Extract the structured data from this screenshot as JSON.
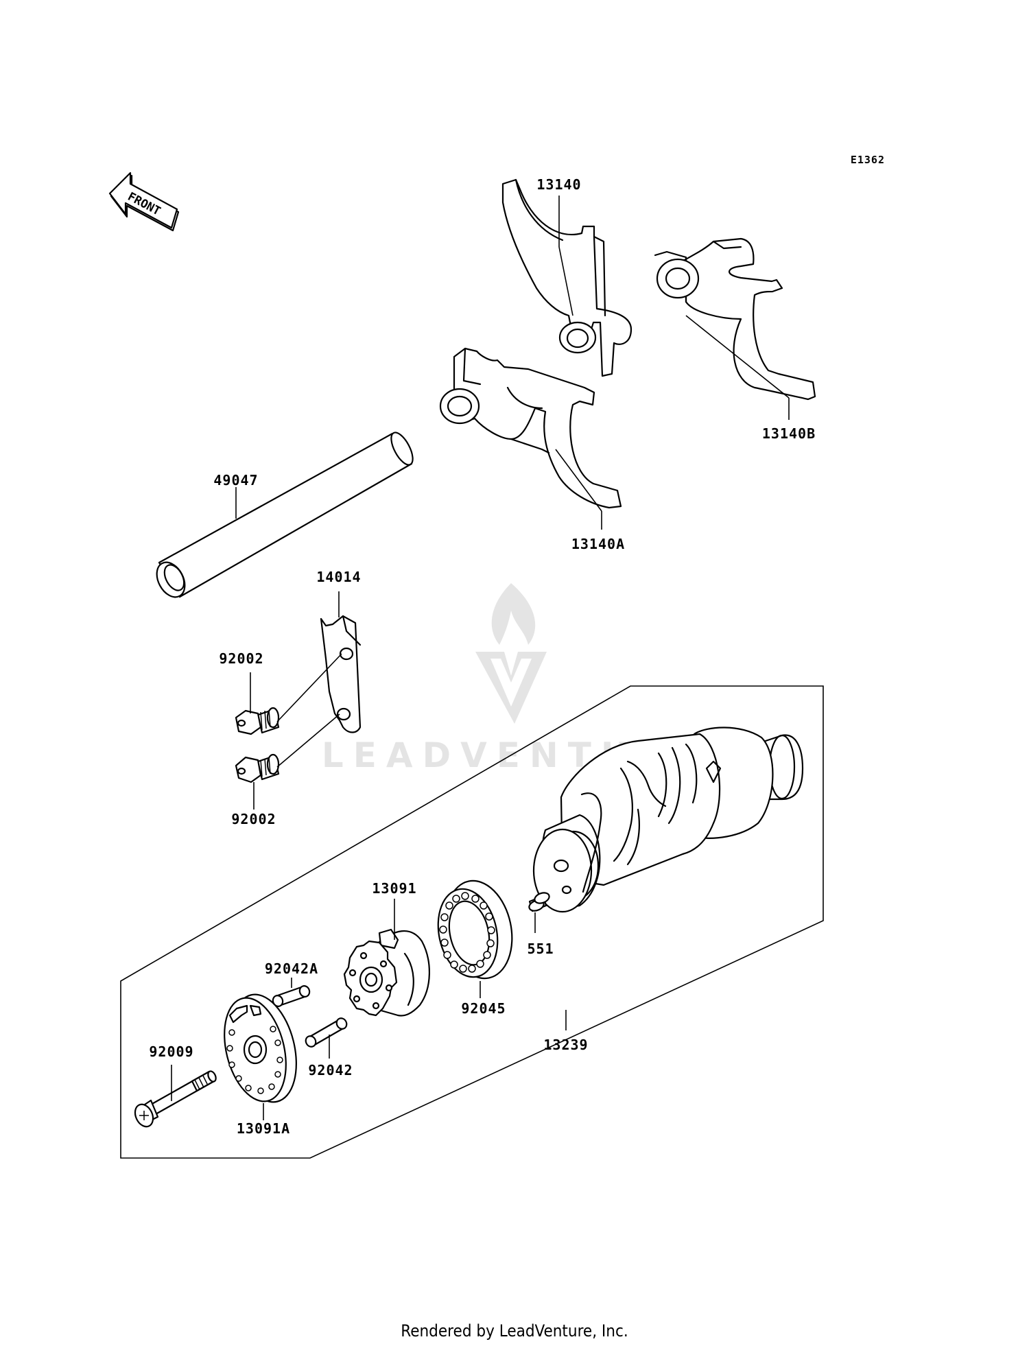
{
  "diagram_code": "E1362",
  "front_label": "FRONT",
  "watermark": "LEADVENTURE",
  "footer": "Rendered by LeadVenture, Inc.",
  "parts": {
    "p13140": "13140",
    "p13140A": "13140A",
    "p13140B": "13140B",
    "p49047": "49047",
    "p14014": "14014",
    "p92002_top": "92002",
    "p92002_bottom": "92002",
    "p13091": "13091",
    "p92042A": "92042A",
    "p92042": "92042",
    "p92045": "92045",
    "p551": "551",
    "p13239": "13239",
    "p92009": "92009",
    "p13091A": "13091A"
  }
}
